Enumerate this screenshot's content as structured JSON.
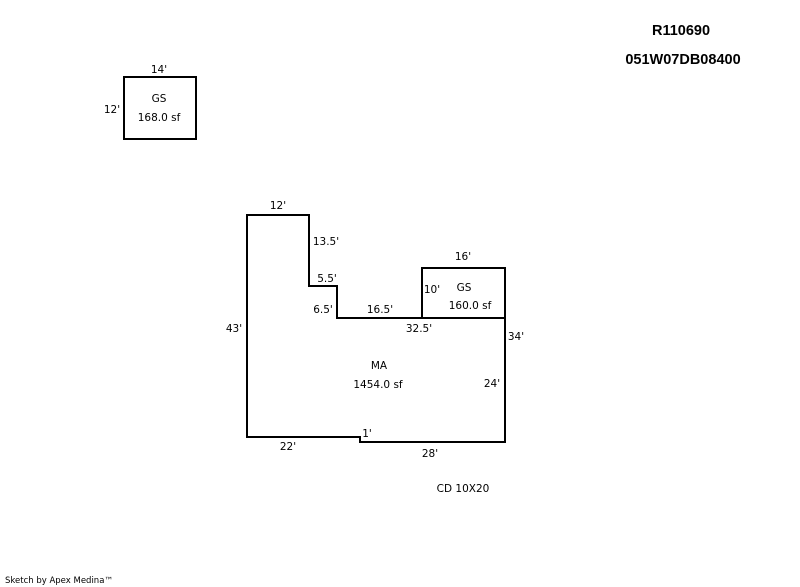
{
  "header": {
    "parcel_id": "R110690",
    "map_number": "051W07DB08400"
  },
  "detached_garage": {
    "code": "GS",
    "area": "168.0 sf",
    "width_label": "14'",
    "depth_label": "12'"
  },
  "main_structure": {
    "code": "MA",
    "area": "1454.0 sf",
    "dimensions": {
      "top": "12'",
      "upper_right_drop": "13.5'",
      "step_top": "5.5'",
      "step_drop": "6.5'",
      "mid_run": "16.5'",
      "combined_run": "32.5'",
      "left": "43'",
      "right_total": "34'",
      "right_lower": "24'",
      "jog": "1'",
      "bottom_left": "22'",
      "bottom_right": "28'"
    }
  },
  "attached_garage": {
    "code": "GS",
    "area": "160.0 sf",
    "width_label": "16'",
    "depth_label": "10'"
  },
  "note": "CD 10X20",
  "footer": {
    "credit": "Sketch by Apex Medina™"
  }
}
